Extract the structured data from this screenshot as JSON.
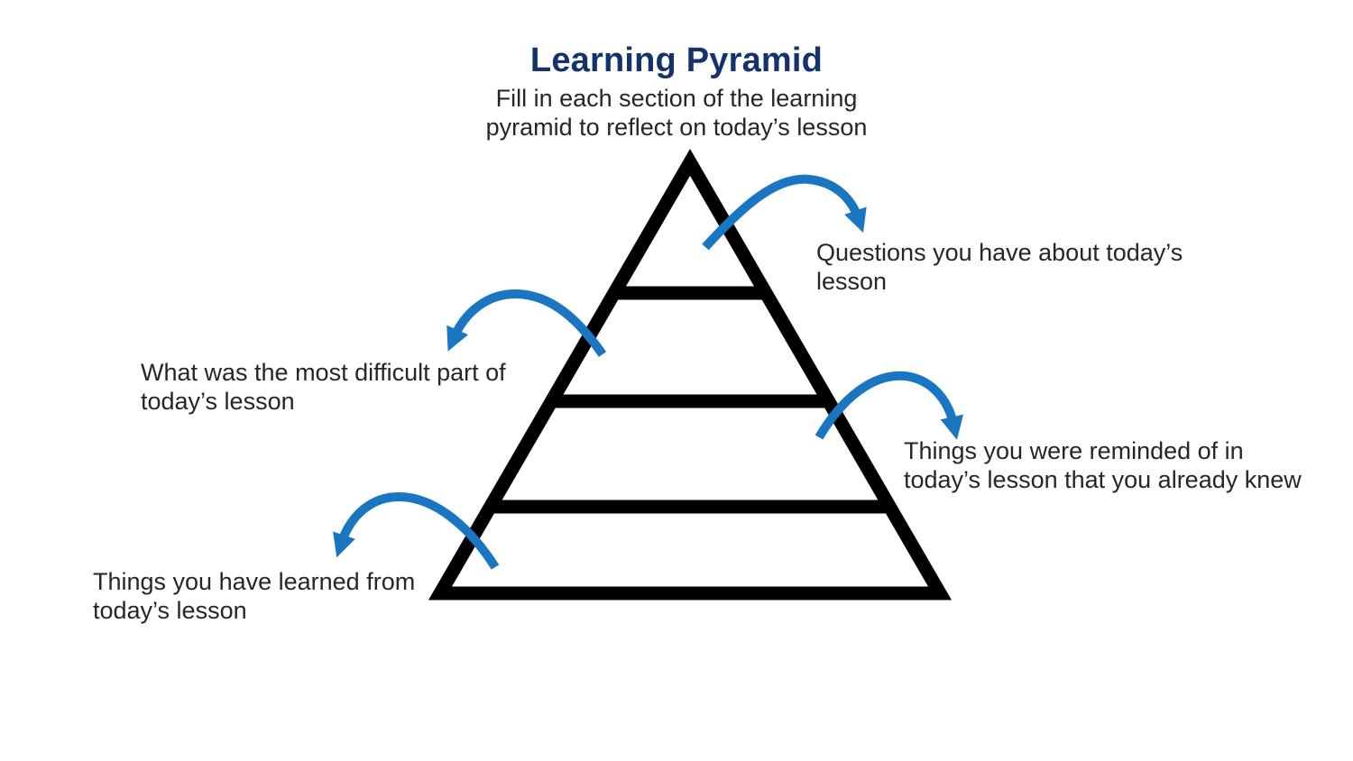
{
  "colors": {
    "page-bg": "#ffffff",
    "accent-blue": "#1b76c1",
    "title-navy": "#14326b",
    "text-dark": "#262626",
    "pyramid-black": "#000000"
  },
  "header": {
    "title": "Learning Pyramid",
    "subtitle": "Fill in each section of the learning\npyramid to reflect on today’s lesson"
  },
  "pyramid": {
    "sections_count": 4,
    "divider_count": 3,
    "arrow_icon": "curved-arrow-icon"
  },
  "labels": {
    "questions": {
      "text": "Questions you have about today’s\nlesson"
    },
    "difficult": {
      "text": "What was the most difficult part of\ntoday’s lesson"
    },
    "reminded": {
      "text": "Things you were reminded of in\ntoday’s lesson that you already knew"
    },
    "learned": {
      "text": "Things you have learned from\ntoday’s lesson"
    }
  }
}
